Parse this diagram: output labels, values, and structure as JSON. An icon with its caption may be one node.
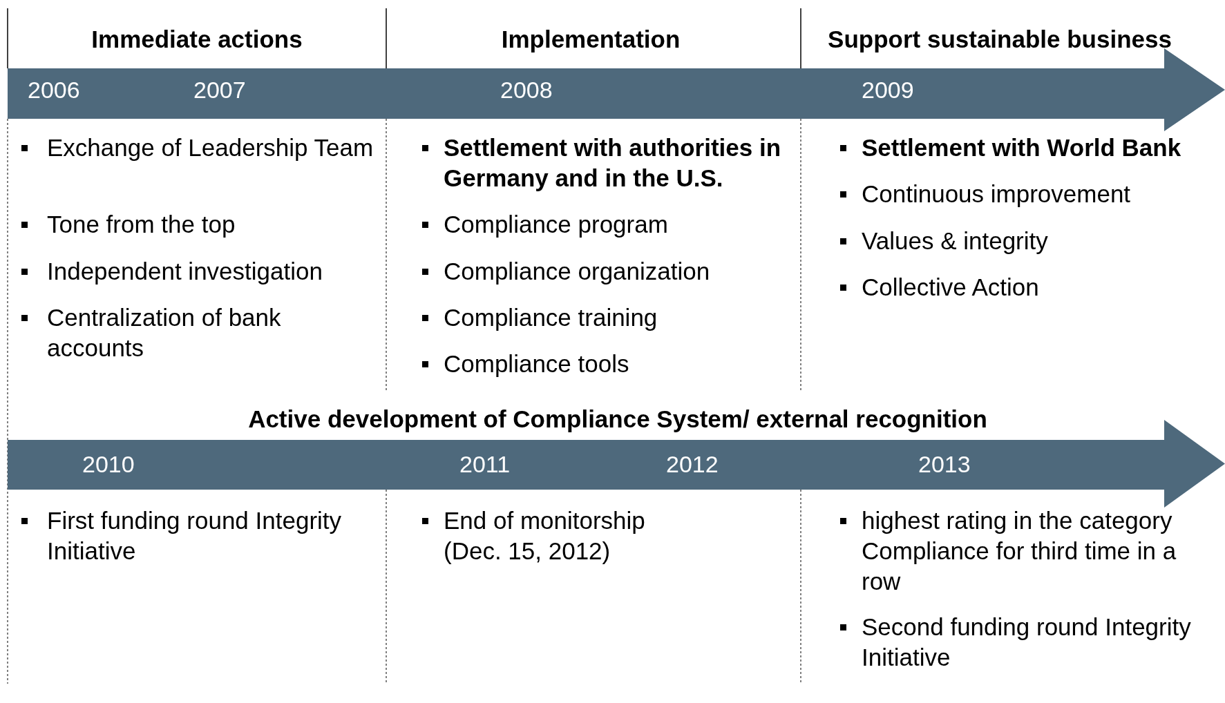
{
  "diagram": {
    "nodes": [
      {
        "text": [
          "2006",
          "2007",
          "2008",
          "2009"
        ]
      },
      {
        "text": [
          "2010",
          "2011",
          "2012",
          "2013"
        ]
      }
    ],
    "labels": [
      "Immediate actions",
      "Implementation",
      "Support sustainable business",
      "Exchange of Leadership Team",
      "Tone from the top",
      "Independent investigation",
      "Centralization of bank accounts",
      "Settlement with authorities in Germany and in the U.S.",
      "Compliance program",
      "Compliance organization",
      "Compliance training",
      "Compliance tools",
      "Settlement with World Bank",
      "Continuous improvement",
      "Values & integrity",
      "Collective Action",
      "Active development of Compliance System/ external recognition",
      "First funding round Integrity Initiative",
      "End of monitorship (Dec. 15, 2012)",
      "highest rating in the category Compliance for third time in a row",
      "Second funding round Integrity Initiative"
    ]
  }
}
